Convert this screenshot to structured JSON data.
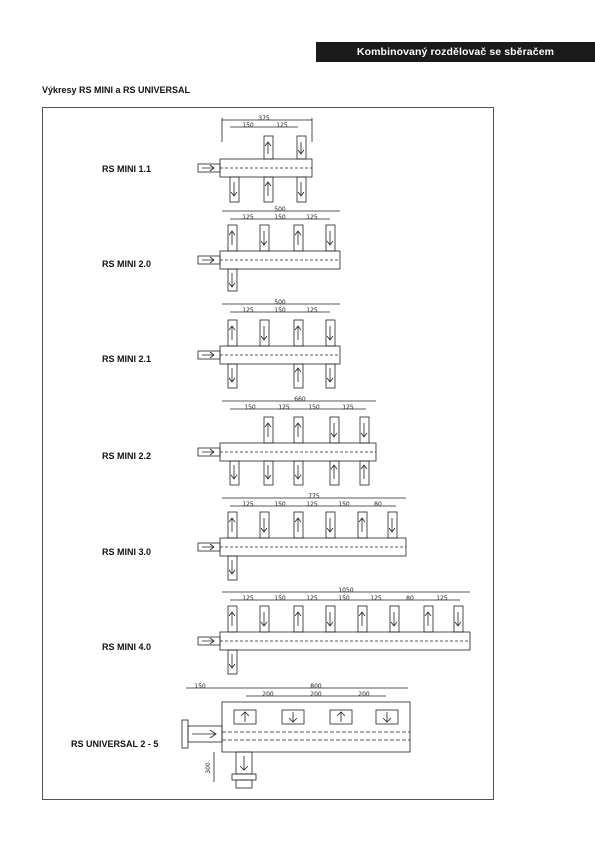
{
  "header": {
    "title": "Kombinovaný rozdělovač se sběračem"
  },
  "section": {
    "title": "Výkresy RS MINI a RS UNIVERSAL"
  },
  "models": [
    {
      "label": "RS MINI 1.1",
      "dims": {
        "total": "375",
        "parts": [
          "150",
          "125"
        ]
      }
    },
    {
      "label": "RS MINI 2.0",
      "dims": {
        "total": "500",
        "parts": [
          "125",
          "150",
          "125"
        ]
      }
    },
    {
      "label": "RS MINI 2.1",
      "dims": {
        "total": "500",
        "parts": [
          "125",
          "150",
          "125"
        ]
      }
    },
    {
      "label": "RS MINI 2.2",
      "dims": {
        "total": "660",
        "parts": [
          "150",
          "125",
          "150",
          "125"
        ]
      }
    },
    {
      "label": "RS MINI 3.0",
      "dims": {
        "total": "775",
        "parts": [
          "125",
          "150",
          "125",
          "150",
          "80"
        ]
      }
    },
    {
      "label": "RS MINI 4.0",
      "dims": {
        "total": "1050",
        "parts": [
          "125",
          "150",
          "125",
          "150",
          "125",
          "80",
          "125"
        ]
      }
    },
    {
      "label": "RS UNIVERSAL 2 - 5",
      "dims": {
        "total": "800",
        "left": "150",
        "parts": [
          "200",
          "200",
          "200"
        ],
        "side": "300"
      }
    }
  ]
}
